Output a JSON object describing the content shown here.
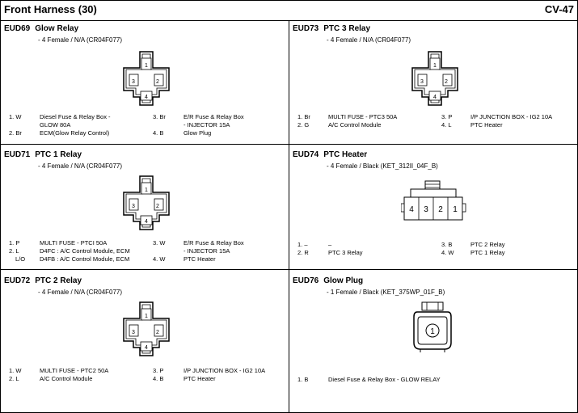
{
  "header": {
    "title": "Front Harness (30)",
    "page_code": "CV-47"
  },
  "sections": [
    {
      "id": "EUD69",
      "name": "Glow Relay",
      "sub": "- 4 Female / N/A (CR04F077)",
      "connector_labels": [
        "1",
        "2",
        "3",
        "4"
      ],
      "pins_left": [
        {
          "num": "1. W",
          "color": "",
          "desc": "Diesel Fuse & Relay Box -",
          "desc2": "GLOW 80A"
        },
        {
          "num": "2. Br",
          "color": "",
          "desc": "ECM(Glow Relay Control)",
          "desc2": ""
        }
      ],
      "pins_right": [
        {
          "num": "3. Br",
          "desc": "E/R Fuse & Relay Box",
          "desc2": "- INJECTOR 15A"
        },
        {
          "num": "4. B",
          "desc": "Glow Plug",
          "desc2": ""
        }
      ]
    },
    {
      "id": "EUD71",
      "name": "PTC 1 Relay",
      "sub": "- 4 Female / N/A (CR04F077)",
      "connector_labels": [
        "1",
        "2",
        "3",
        "4"
      ],
      "pins_left": [
        {
          "num": "1. P",
          "color": "",
          "desc": "MULTI FUSE - PTCI 50A",
          "desc2": ""
        },
        {
          "num": "2. L",
          "color": "",
          "desc": "D4FC : A/C Control Module, ECM",
          "desc2": ""
        },
        {
          "num": "L/O",
          "color": "",
          "desc": "D4FB : A/C Control Module, ECM",
          "desc2": ""
        }
      ],
      "pins_right": [
        {
          "num": "3. W",
          "desc": "E/R Fuse & Relay Box",
          "desc2": "- INJECTOR 15A"
        },
        {
          "num": "4. W",
          "desc": "PTC Heater",
          "desc2": ""
        }
      ]
    },
    {
      "id": "EUD72",
      "name": "PTC 2 Relay",
      "sub": "- 4 Female / N/A (CR04F077)",
      "connector_labels": [
        "1",
        "2",
        "3",
        "4"
      ],
      "pins_left": [
        {
          "num": "1. W",
          "color": "",
          "desc": "MULTI FUSE - PTC2 50A",
          "desc2": ""
        },
        {
          "num": "2. L",
          "color": "",
          "desc": "A/C Control Module",
          "desc2": ""
        }
      ],
      "pins_right": [
        {
          "num": "3. P",
          "desc": "I/P JUNCTION BOX - IG2 10A",
          "desc2": ""
        },
        {
          "num": "4. B",
          "desc": "PTC Heater",
          "desc2": ""
        }
      ]
    },
    {
      "id": "EUD73",
      "name": "PTC 3 Relay",
      "sub": "- 4 Female / N/A (CR04F077)",
      "connector_labels": [
        "1",
        "2",
        "3",
        "4"
      ],
      "pins_left": [
        {
          "num": "1. Br",
          "color": "",
          "desc": "MULTI FUSE - PTC3 50A",
          "desc2": ""
        },
        {
          "num": "2. G",
          "color": "",
          "desc": "A/C Control Module",
          "desc2": ""
        }
      ],
      "pins_right": [
        {
          "num": "3. P",
          "desc": "I/P JUNCTION BOX - IG2 10A",
          "desc2": ""
        },
        {
          "num": "4. L",
          "desc": "PTC Heater",
          "desc2": ""
        }
      ]
    },
    {
      "id": "EUD74",
      "name": "PTC Heater",
      "sub": "- 4 Female / Black (KET_312II_04F_B)",
      "connector_labels": [
        "4",
        "3",
        "2",
        "1"
      ],
      "pins_left": [
        {
          "num": "1. –",
          "color": "",
          "desc": "–",
          "desc2": ""
        },
        {
          "num": "2. R",
          "color": "",
          "desc": "PTC 3 Relay",
          "desc2": ""
        }
      ],
      "pins_right": [
        {
          "num": "3. B",
          "desc": "PTC 2 Relay",
          "desc2": ""
        },
        {
          "num": "4. W",
          "desc": "PTC 1 Relay",
          "desc2": ""
        }
      ]
    },
    {
      "id": "EUD76",
      "name": "Glow Plug",
      "sub": "- 1 Female / Black (KET_375WP_01F_B)",
      "connector_labels": [
        "1"
      ],
      "pins_left": [
        {
          "num": "1. B",
          "color": "",
          "desc": "Diesel Fuse & Relay Box - GLOW RELAY",
          "desc2": ""
        }
      ],
      "pins_right": []
    }
  ]
}
